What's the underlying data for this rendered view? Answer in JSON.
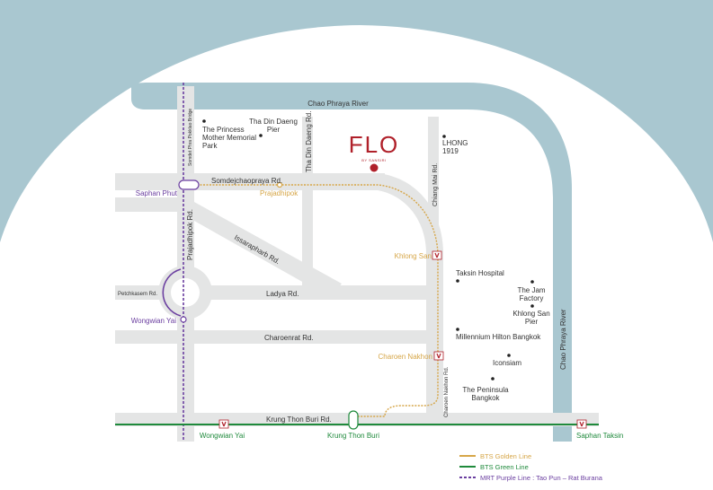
{
  "colors": {
    "water": "#a9c7d0",
    "road": "#e4e5e5",
    "golden_line": "#d6a648",
    "green_line": "#1f8a3c",
    "purple_line": "#6b3fa0",
    "brand_red": "#b0202a",
    "text": "#333333"
  },
  "brand": {
    "logo_text": "FLO",
    "logo_subtext": "BY SANSIRI"
  },
  "rivers": {
    "top_label": "Chao Phraya River",
    "right_label": "Chao Phraya River"
  },
  "roads": {
    "somdej_prapinklao": "Somdet Phra Pokklao Bridge",
    "somdejchaopraya": "Somdejchaopraya Rd.",
    "prajadhipok": "Prajadhipok Rd.",
    "issarapharb": "Issarapharb Rd.",
    "petchkasem": "Petchkasem Rd.",
    "ladya": "Ladya Rd.",
    "charoenrat": "Charoenrat Rd.",
    "krung_thon_buri": "Krung Thon Buri Rd.",
    "tha_din_daeng": "Tha Din Daeng Rd.",
    "chiang_mai": "Chiang Mai Rd.",
    "charoen_nakhon": "Charoen Nakhon Rd."
  },
  "stations": {
    "saphan_phut": "Saphan Phut",
    "prajadhipok": "Prajadhipok",
    "khlong_san": "Khlong San",
    "charoen_nakhon": "Charoen Nakhon",
    "wongwian_yai_mrt": "Wongwian Yai",
    "wongwian_yai_bts": "Wongwian Yai",
    "krung_thon_buri": "Krung Thon Buri",
    "saphan_taksin": "Saphan Taksin"
  },
  "landmarks": {
    "princess_mother": [
      "The Princess",
      "Mother Memorial",
      "Park"
    ],
    "tha_din_daeng_pier": [
      "Tha Din Daeng",
      "Pier"
    ],
    "lhong_1919": [
      "LHONG",
      "1919"
    ],
    "taksin_hospital": [
      "Taksin Hospital"
    ],
    "jam_factory": [
      "The Jam",
      "Factory"
    ],
    "khlong_san_pier": [
      "Khlong San",
      "Pier"
    ],
    "millennium_hilton": [
      "Millennium Hilton Bangkok"
    ],
    "iconsiam": [
      "Iconsiam"
    ],
    "peninsula": [
      "The Peninsula",
      "Bangkok"
    ]
  },
  "legend": {
    "golden": "BTS Golden Line",
    "green": "BTS Green Line",
    "purple": "MRT Purple Line : Tao Pun – Rat Burana"
  }
}
